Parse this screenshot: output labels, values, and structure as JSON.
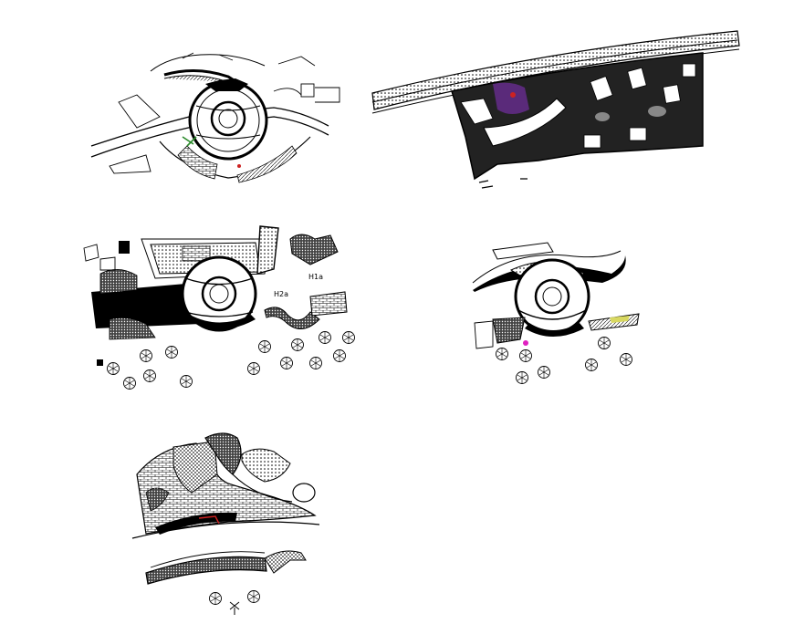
{
  "drawings": [
    {
      "id": "plan-1",
      "labels": []
    },
    {
      "id": "plan-2",
      "labels": []
    },
    {
      "id": "plan-3",
      "labels": [
        "H2a",
        "H1a"
      ]
    },
    {
      "id": "plan-4",
      "labels": []
    },
    {
      "id": "plan-5",
      "labels": []
    }
  ],
  "colors": {
    "ink": "#000000",
    "paper": "#ffffff",
    "purple": "#5a2a7a",
    "red": "#cc2222",
    "green": "#2a8a2a",
    "magenta": "#e020c0",
    "yellow": "#d8d860"
  }
}
